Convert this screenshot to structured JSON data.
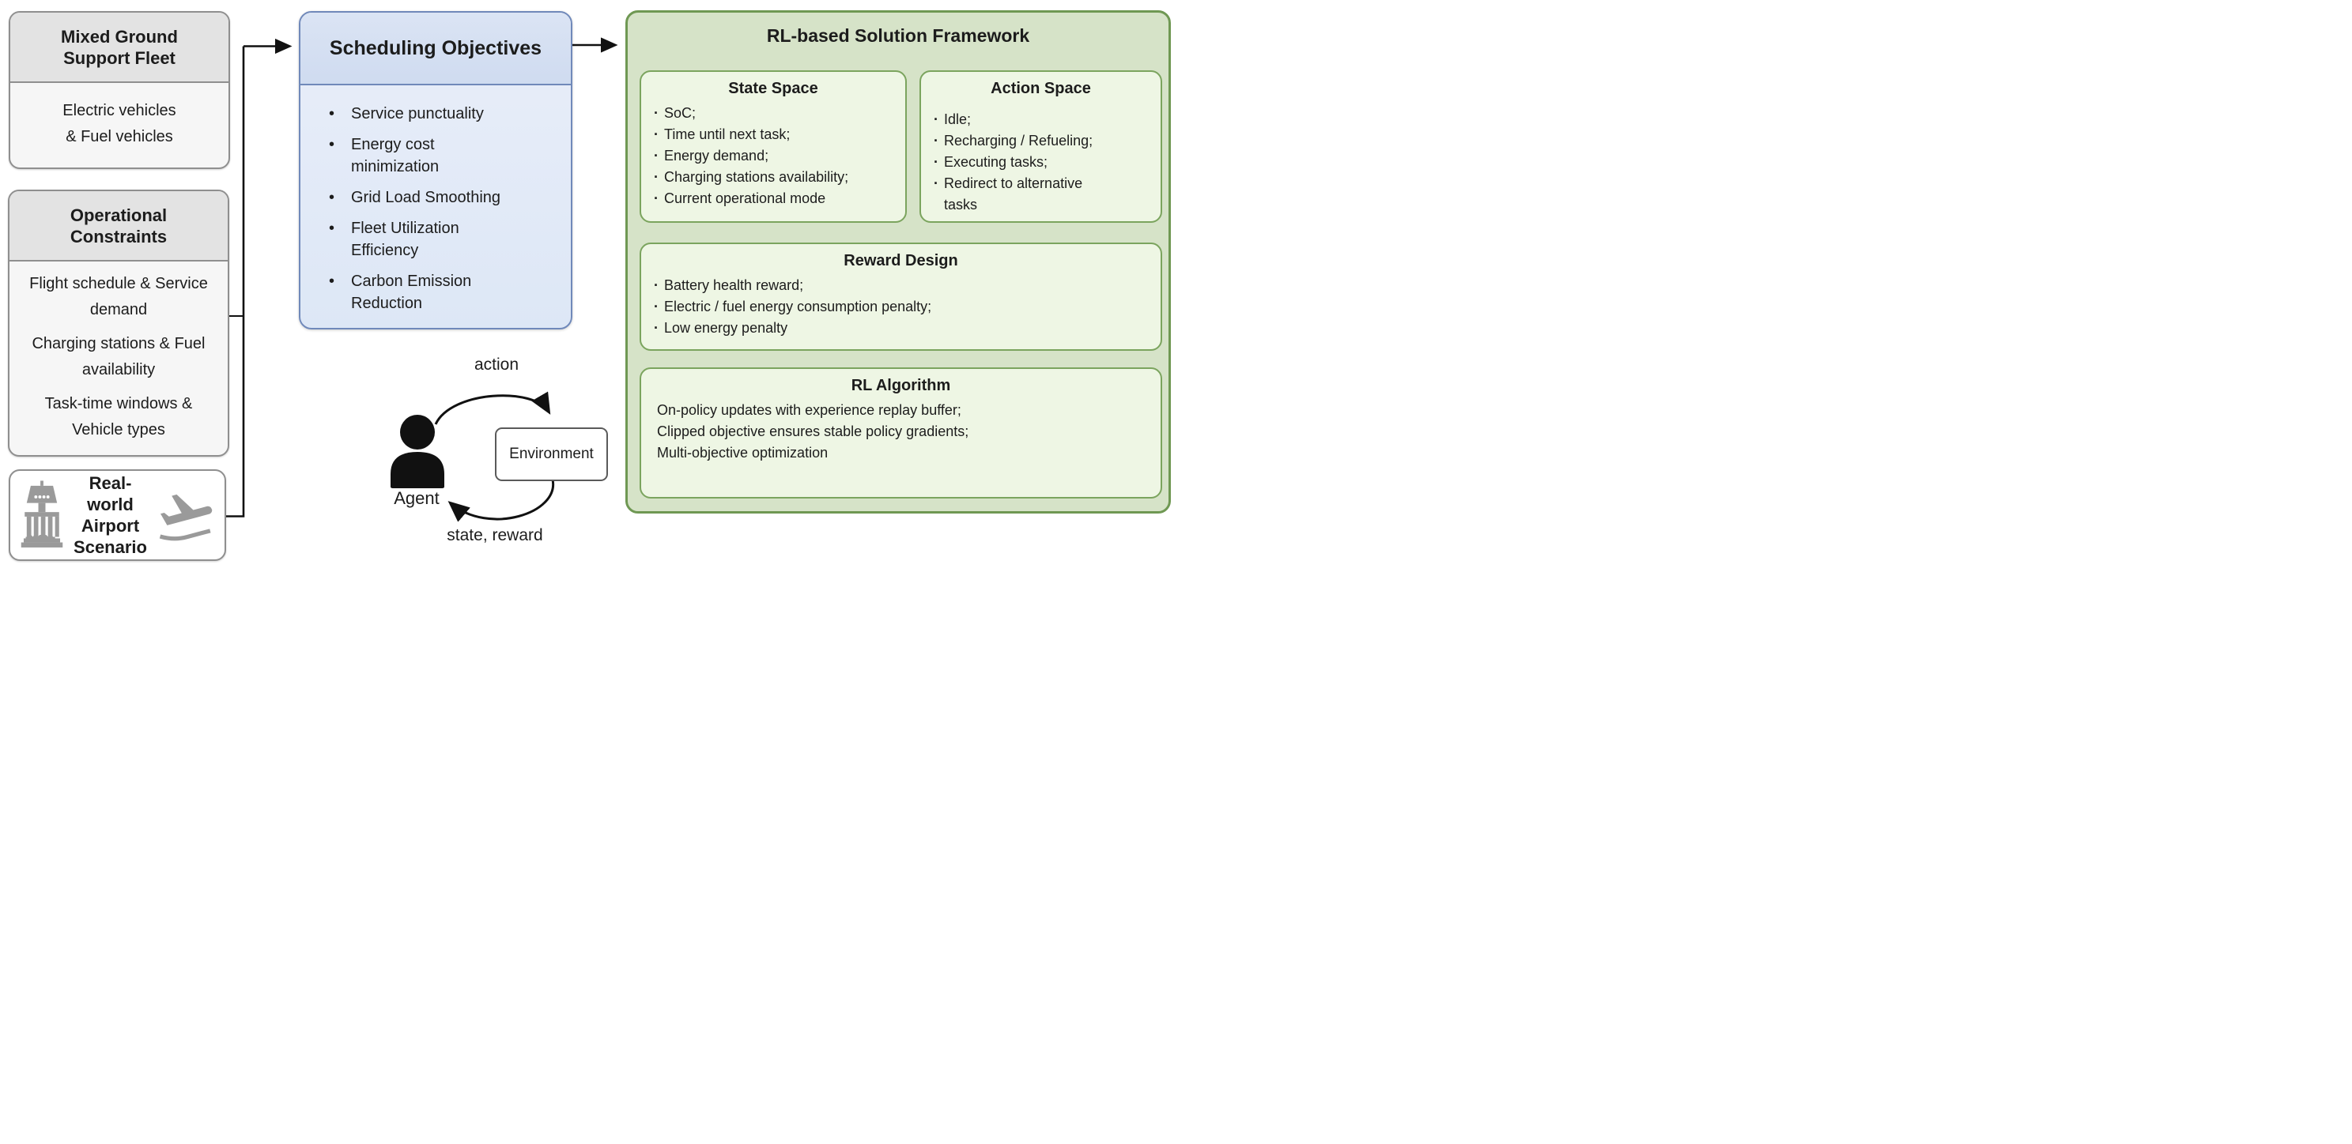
{
  "left_column": {
    "fleet_box": {
      "title": "Mixed Ground Support Fleet",
      "body_lines": [
        "Electric vehicles",
        "& Fuel vehicles"
      ]
    },
    "constraints_box": {
      "title": "Operational Constraints",
      "items": [
        "Flight schedule & Service demand",
        "Charging stations & Fuel availability",
        "Task-time windows & Vehicle types"
      ]
    },
    "scenario_box": {
      "title_lines": [
        "Real-world",
        "Airport",
        "Scenario"
      ],
      "icons": [
        "control-tower-icon",
        "airplane-takeoff-icon"
      ]
    }
  },
  "objectives_box": {
    "title": "Scheduling Objectives",
    "items": [
      "Service punctuality",
      "Energy cost minimization",
      "Grid Load Smoothing",
      "Fleet Utilization Efficiency",
      "Carbon Emission Reduction"
    ]
  },
  "rl_loop": {
    "action_label": "action",
    "state_reward_label": "state, reward",
    "agent_label": "Agent",
    "environment_label": "Environment",
    "agent_icon": "person-icon"
  },
  "framework": {
    "title": "RL-based Solution Framework",
    "state_space": {
      "title": "State Space",
      "items": [
        "SoC;",
        "Time until next task;",
        "Energy demand;",
        "Charging stations availability;",
        "Current operational mode"
      ]
    },
    "action_space": {
      "title": "Action Space",
      "items": [
        "Idle;",
        "Recharging / Refueling;",
        "Executing tasks;",
        "Redirect to alternative tasks"
      ]
    },
    "reward_design": {
      "title": "Reward Design",
      "items": [
        "Battery health reward;",
        "Electric / fuel energy consumption penalty;",
        "Low energy penalty"
      ]
    },
    "rl_algorithm": {
      "title": "RL Algorithm",
      "lines": [
        "On-policy updates with experience replay buffer;",
        "Clipped objective ensures stable policy gradients;",
        "Multi-objective optimization"
      ]
    }
  },
  "colors": {
    "gray_box_border": "#8f8f8f",
    "gray_box_header": "#e3e3e3",
    "gray_box_body": "#f6f6f6",
    "blue_box_border": "#7089ba",
    "blue_box_header": "#d5dff2",
    "blue_box_body": "#e7edf8",
    "green_panel_fill": "#d6e3c8",
    "green_panel_border": "#6f9853",
    "green_inner_fill": "#eef6e4",
    "green_inner_border": "#7ba45e",
    "icon_gray": "#9a9a9a",
    "wire_black": "#111111"
  }
}
